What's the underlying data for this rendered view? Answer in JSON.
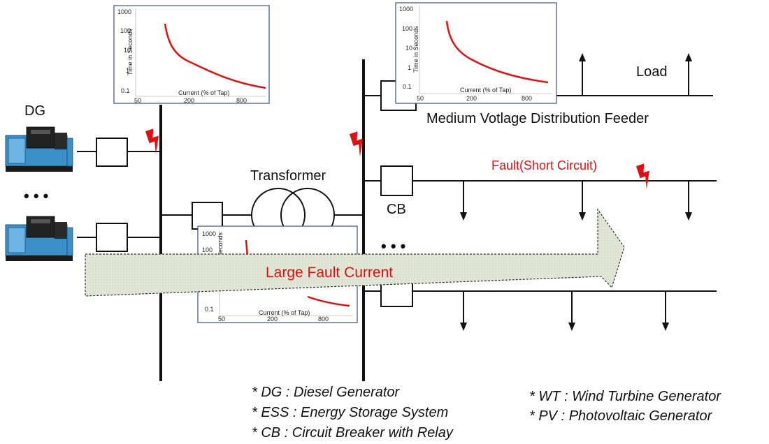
{
  "colors": {
    "bus": "#111111",
    "fault": "#e01010",
    "arrow_fill": "#e2e6d6",
    "arrow_stroke": "#333333",
    "panel_border": "#3a4f8a",
    "generator_blue": "#3a8fc8"
  },
  "labels": {
    "dg": "DG",
    "dots_left": "• • •",
    "dots_mid": "• • •",
    "transformer": "Transformer",
    "cb": "CB",
    "load": "Load",
    "feeder": "Medium Votlage Distribution Feeder",
    "fault": "Fault(Short Circuit)",
    "arrow_text": "Large Fault Current"
  },
  "legend": {
    "left": [
      "* DG : Diesel Generator",
      "* ESS : Energy Storage System",
      "* CB : Circuit Breaker with Relay"
    ],
    "right": [
      "* WT : Wind Turbine Generator",
      "* PV : Photovoltaic Generator"
    ]
  },
  "icons": {
    "fault_marker": "lightning-bolt-icon",
    "generator": "diesel-generator-icon",
    "load_arrow": "arrow-down-icon"
  },
  "chart_data": [
    {
      "type": "line",
      "name": "relay-curve-top-left",
      "ylabel": "Time in Seconds",
      "xlabel": "Current (% of Tap)",
      "yticks": [
        "1000",
        "100",
        "10",
        "1",
        "0.1"
      ],
      "xticks": [
        "50",
        "200",
        "800"
      ],
      "yscale": "log",
      "line_color": "#e01010"
    },
    {
      "type": "line",
      "name": "relay-curve-top-right",
      "ylabel": "Time in Seconds",
      "xlabel": "Current (% of Tap)",
      "yticks": [
        "1000",
        "100",
        "10",
        "1",
        "0.1"
      ],
      "xticks": [
        "50",
        "200",
        "800"
      ],
      "yscale": "log",
      "line_color": "#e01010"
    },
    {
      "type": "line",
      "name": "relay-curve-center",
      "ylabel": "Seconds",
      "xlabel": "Current (% of Tap)",
      "yticks": [
        "1000",
        "100",
        "0.1"
      ],
      "xticks": [
        "50",
        "200",
        "800"
      ],
      "yscale": "log",
      "line_color": "#e01010"
    }
  ]
}
